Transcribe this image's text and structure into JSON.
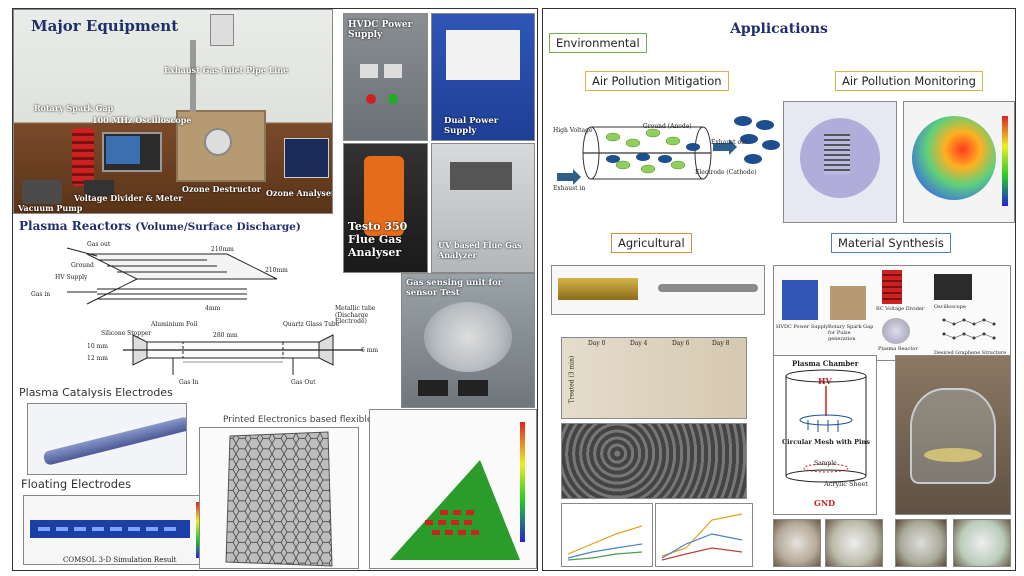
{
  "left": {
    "major_equipment_title": "Major Equipment",
    "labels": {
      "exhaust_gas": "Exhaust Gas Inlet Pipe Line",
      "rotary_spark_gap": "Rotary Spark Gap",
      "oscilloscope": "100 MHz Oscilloscope",
      "voltage_divider": "Voltage Divider & Meter",
      "ozone_destructor": "Ozone Destructor",
      "ozone_analyser": "Ozone Analyser",
      "vacuum_pump": "Vacuum Pump",
      "hvdc": "HVDC Power Supply",
      "dual_power": "Dual Power Supply",
      "testo": "Testo 350 Flue Gas Analyser",
      "uv_analyzer": "UV based Flue Gas Analyzer",
      "gas_sensing": "Gas sensing unit for sensor Test"
    },
    "plasma_title": "Plasma Reactors",
    "plasma_subtitle": "(Volume/Surface Discharge)",
    "diagram": {
      "gas_out": "Gas out",
      "ground": "Ground",
      "hv_supply": "HV Supply",
      "gas_in": "Gas in",
      "dim_210_top": "210mm",
      "dim_210_side": "210mm",
      "dim_4mm": "4mm",
      "aluminium_foil": "Aluminium Foil",
      "quartz_tube": "Quartz Glass Tube",
      "metallic_tube": "Metallic tube (Discharge Electrode)",
      "silicone": "Silicone Stopper",
      "dim_280": "280 mm",
      "dim_10": "10 mm",
      "dim_12": "12 mm",
      "dim_6": "6 mm",
      "gas_in2": "Gas In",
      "gas_out2": "Gas Out"
    },
    "catalysis_title": "Plasma Catalysis Electrodes",
    "floating_title": "Floating Electrodes",
    "printed_title": "Printed Electronics based flexible Electrode",
    "comsol_label": "COMSOL 3-D Simulation Result"
  },
  "right": {
    "applications_title": "Applications",
    "environmental": "Environmental",
    "air_mitigation": "Air Pollution Mitigation",
    "air_monitoring": "Air Pollution Monitoring",
    "agricultural": "Agricultural",
    "material_synthesis": "Material Synthesis",
    "mitigation": {
      "high_voltage": "High Voltage",
      "ground_anode": "Ground (Anode)",
      "exhaust_out": "Exhaust out",
      "exhaust_in": "Exhaust in",
      "electrode_cathode": "Electrode (Cathode)"
    },
    "synthesis": {
      "hvdc": "HVDC Power Supply",
      "rotary": "Rotary Spark Gap for Pulse generation",
      "rc_divider": "RC Voltage Divider",
      "oscilloscope": "Oscilloscope",
      "plasma_reactor": "Plasma Reactor",
      "graphene": "Desired Graphene Structure",
      "plasma_chamber": "Plasma Chamber",
      "hv": "HV",
      "circular_mesh": "Circular Mesh with Pins",
      "sample": "Sample",
      "acrylic": "Acrylic Sheet",
      "gnd": "GND"
    },
    "agri": {
      "treated": "Treated (3 min)",
      "day0": "Day 0",
      "day4": "Day 4",
      "day6": "Day 6",
      "day8": "Day 8"
    }
  },
  "colors": {
    "title_blue": "#1e2f6b",
    "green": "#6fb04c",
    "yellow": "#d5b548",
    "orange": "#d98d3a",
    "blue": "#4e7fbf"
  }
}
